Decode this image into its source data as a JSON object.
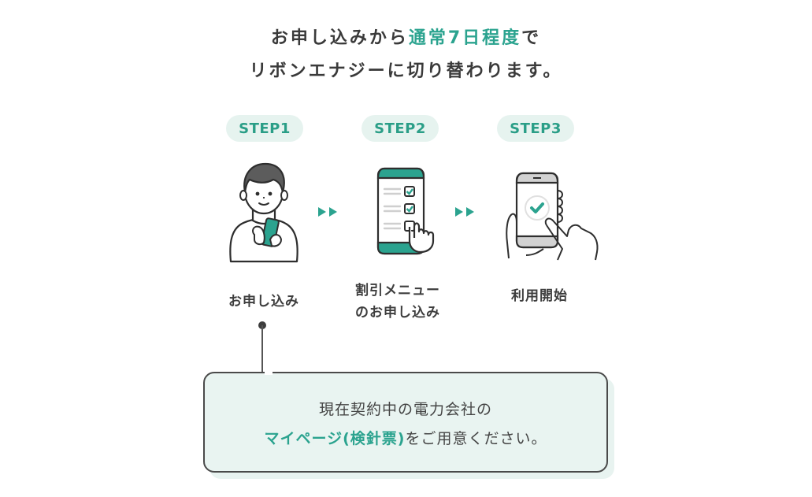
{
  "headline": {
    "line1_prefix": "お申し込みから",
    "line1_accent": "通常7日程度",
    "line1_suffix": "で",
    "line2": "リボンエナジーに切り替わります。"
  },
  "colors": {
    "accent": "#2ba38f",
    "pill_bg": "#e6f3ef",
    "note_bg": "#e9f4f1",
    "text": "#3d3d3d"
  },
  "steps": [
    {
      "pill": "STEP1",
      "icon": "person-with-phone-icon",
      "label_lines": [
        "お申し込み"
      ]
    },
    {
      "pill": "STEP2",
      "icon": "phone-checklist-icon",
      "label_lines": [
        "割引メニュー",
        "のお申し込み"
      ]
    },
    {
      "pill": "STEP3",
      "icon": "phone-check-hand-icon",
      "label_lines": [
        "利用開始"
      ]
    }
  ],
  "arrows": [
    "double-chevron-right-icon",
    "double-chevron-right-icon"
  ],
  "note": {
    "line1": "現在契約中の電力会社の",
    "line2_accent": "マイページ(検針票)",
    "line2_suffix": "をご用意ください。"
  }
}
